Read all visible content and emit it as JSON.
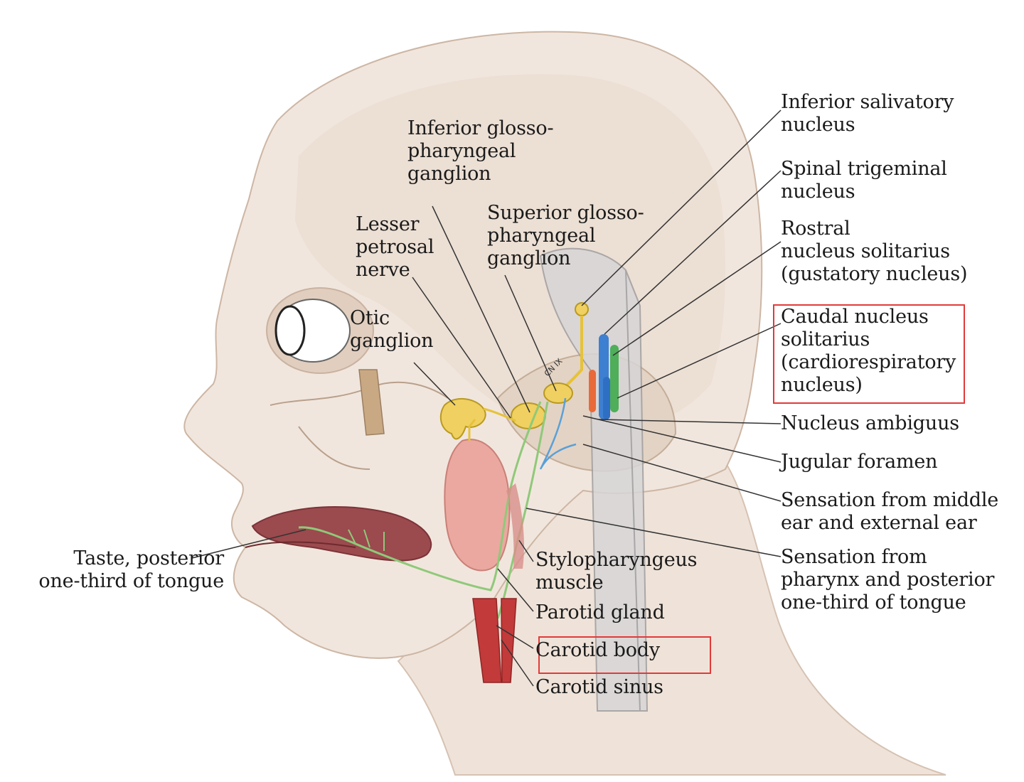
{
  "labels": {
    "inferior_salivatory": [
      "Inferior salivatory",
      "nucleus"
    ],
    "spinal_trigeminal": [
      "Spinal trigeminal",
      "nucleus"
    ],
    "rostral_solitarius": [
      "Rostral",
      "nucleus solitarius",
      "(gustatory nucleus)"
    ],
    "caudal_solitarius": [
      "Caudal nucleus",
      "solitarius",
      "(cardiorespiratory",
      "nucleus)"
    ],
    "nucleus_ambiguus": [
      "Nucleus ambiguus"
    ],
    "jugular_foramen": [
      "Jugular foramen"
    ],
    "sensation_ear": [
      "Sensation from middle",
      "ear and external ear"
    ],
    "sensation_pharynx": [
      "Sensation from",
      "pharynx and posterior",
      "one-third of tongue"
    ],
    "inferior_ganglion": [
      "Inferior glosso-",
      "pharyngeal",
      "ganglion"
    ],
    "superior_ganglion": [
      "Superior glosso-",
      "pharyngeal",
      "ganglion"
    ],
    "lesser_petrosal": [
      "Lesser",
      "petrosal",
      "nerve"
    ],
    "otic_ganglion": [
      "Otic",
      "ganglion"
    ],
    "taste": [
      "Taste, posterior",
      "one-third of tongue"
    ],
    "stylopharyngeus": [
      "Stylopharyngeus",
      "muscle"
    ],
    "parotid": [
      "Parotid gland"
    ],
    "carotid_body": [
      "Carotid body"
    ],
    "carotid_sinus": [
      "Carotid sinus"
    ],
    "cn_ix": "CN IX"
  },
  "highlighted": [
    "Caudal nucleus solitarius (cardiorespiratory nucleus)",
    "Carotid body"
  ],
  "colors": {
    "skin": "#f1e6dd",
    "skin_shadow": "#e7d3c4",
    "bone": "#d9c6b4",
    "nerve_yellow": "#e6c23a",
    "nerve_green": "#8fc97a",
    "nerve_blue": "#5aa0d8",
    "parotid": "#eaa7a0",
    "artery": "#c23a3a",
    "tongue": "#9b4a4e",
    "highlight": "#e23a3a",
    "leader": "#333333"
  }
}
